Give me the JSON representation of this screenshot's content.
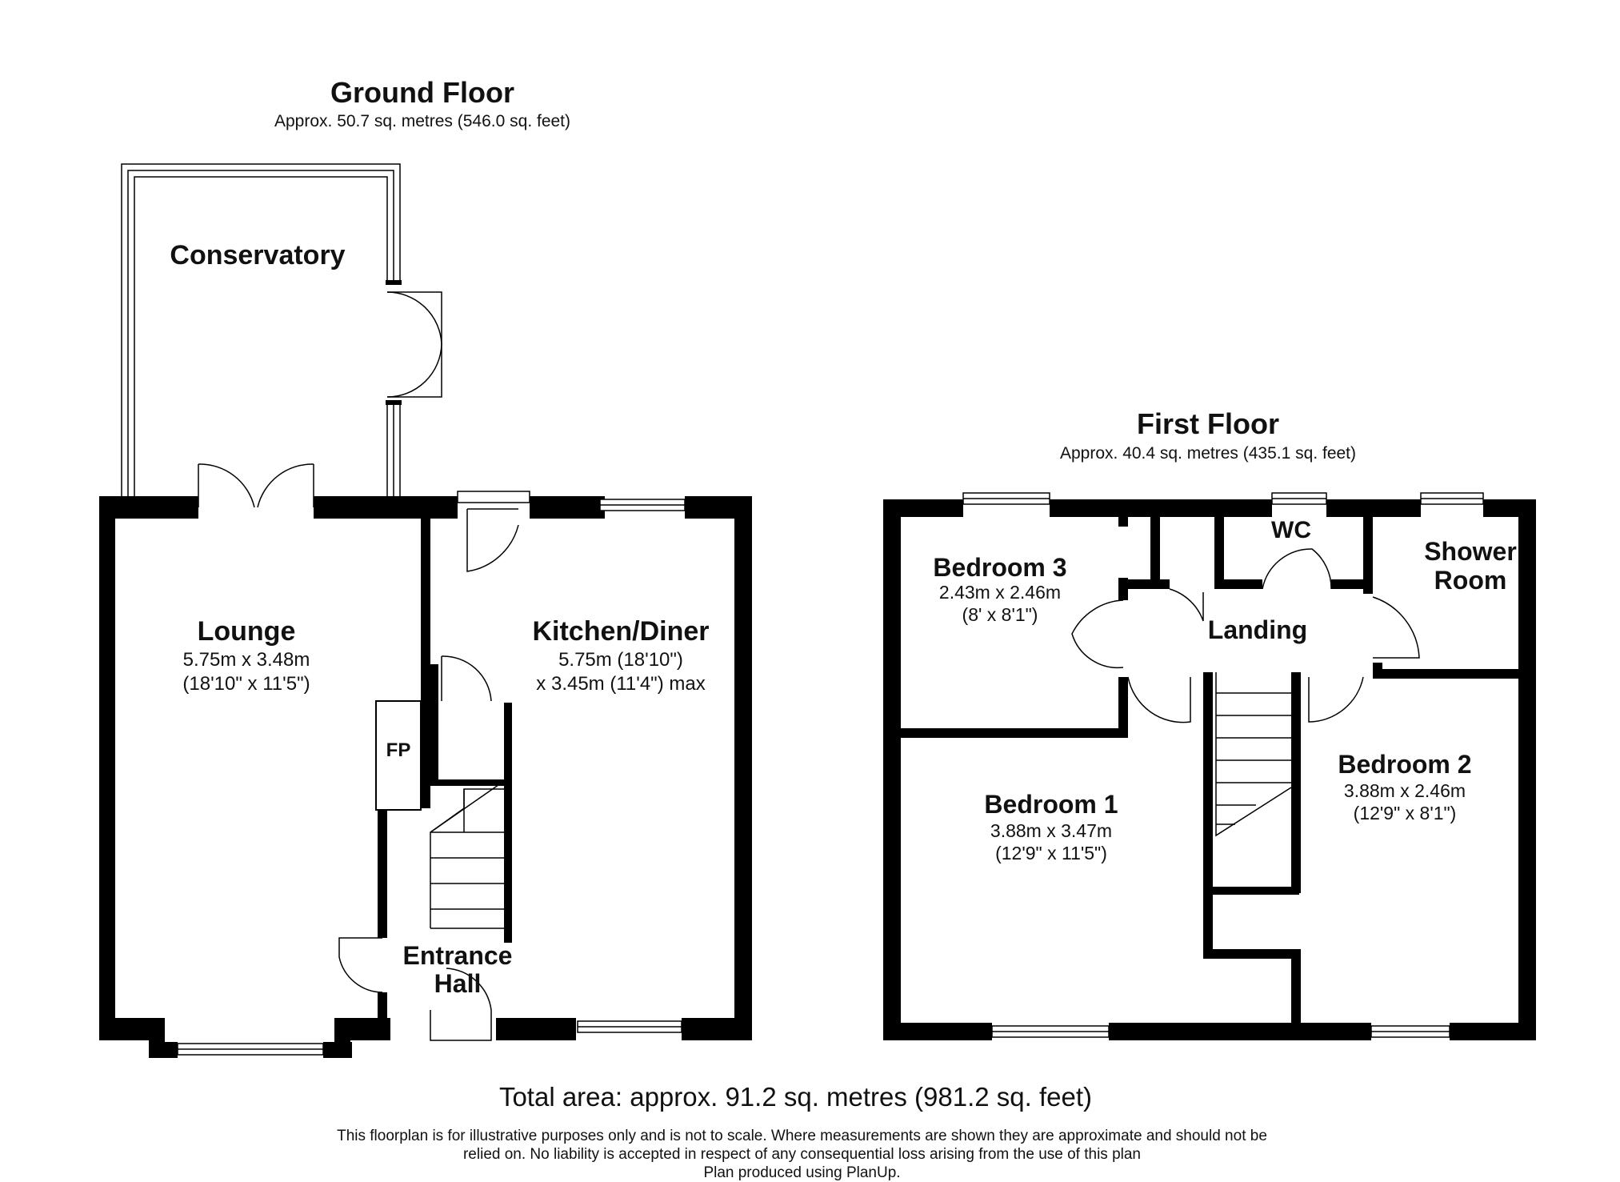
{
  "ground_floor": {
    "title": "Ground Floor",
    "area": "Approx. 50.7 sq. metres (546.0 sq. feet)",
    "rooms": {
      "conservatory": {
        "name": "Conservatory"
      },
      "lounge": {
        "name": "Lounge",
        "dim1": "5.75m x 3.48m",
        "dim2": "(18'10\" x 11'5\")"
      },
      "kitchen": {
        "name": "Kitchen/Diner",
        "dim1": "5.75m (18'10\")",
        "dim2": "x 3.45m (11'4\") max"
      },
      "fp": {
        "name": "FP"
      },
      "entrance": {
        "name1": "Entrance",
        "name2": "Hall"
      }
    }
  },
  "first_floor": {
    "title": "First Floor",
    "area": "Approx. 40.4 sq. metres (435.1 sq. feet)",
    "rooms": {
      "bedroom3": {
        "name": "Bedroom 3",
        "dim1": "2.43m x 2.46m",
        "dim2": "(8' x 8'1\")"
      },
      "wc": {
        "name": "WC"
      },
      "shower": {
        "name1": "Shower",
        "name2": "Room"
      },
      "landing": {
        "name": "Landing"
      },
      "bedroom1": {
        "name": "Bedroom 1",
        "dim1": "3.88m x 3.47m",
        "dim2": "(12'9\" x 11'5\")"
      },
      "bedroom2": {
        "name": "Bedroom 2",
        "dim1": "3.88m x 2.46m",
        "dim2": "(12'9\" x 8'1\")"
      }
    }
  },
  "total_area": "Total area: approx. 91.2 sq. metres (981.2 sq. feet)",
  "disclaimer": {
    "line1": "This floorplan is for illustrative purposes only and is not to scale. Where measurements are shown they are approximate and should not be",
    "line2": "relied on. No liability is accepted in respect of any consequential loss arising from the use of this plan",
    "line3": "Plan produced using PlanUp."
  },
  "colors": {
    "wall": "#000000",
    "background": "#ffffff",
    "text": "#111111"
  }
}
